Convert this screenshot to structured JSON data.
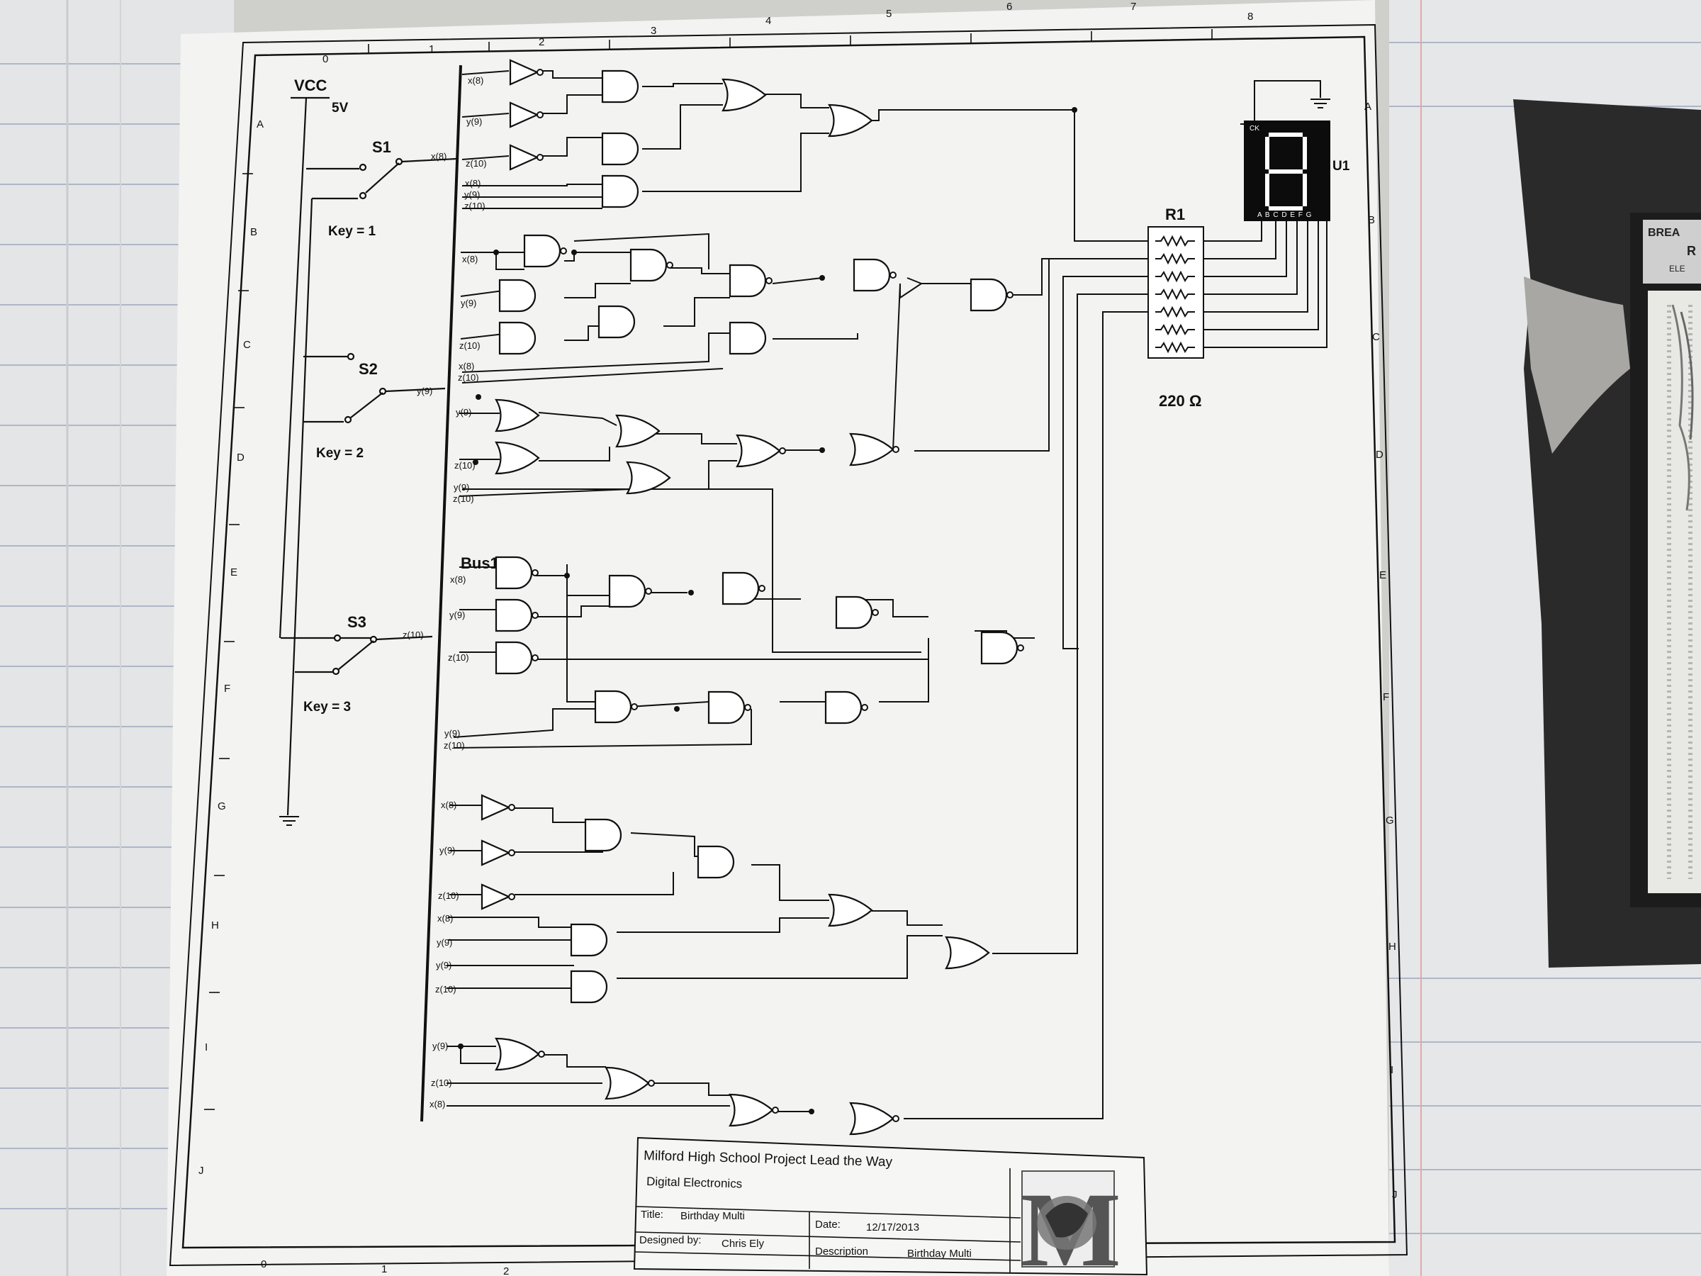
{
  "schematic": {
    "power": {
      "label": "VCC",
      "voltage": "5V"
    },
    "switches": [
      {
        "ref": "S1",
        "key": "Key = 1",
        "net": "x(8)"
      },
      {
        "ref": "S2",
        "key": "Key = 2",
        "net": "y(9)"
      },
      {
        "ref": "S3",
        "key": "Key = 3",
        "net": "z(10)"
      }
    ],
    "bus_label": "Bus1",
    "resistor": {
      "ref": "R1",
      "value": "220 Ω"
    },
    "display": {
      "ref": "U1",
      "ck": "CK",
      "pins": "A B C D E F G"
    },
    "signals": {
      "x": "x(8)",
      "y": "y(9)",
      "z": "z(10)"
    }
  },
  "border": {
    "columns": [
      "0",
      "1",
      "2",
      "3",
      "4",
      "5",
      "6",
      "7",
      "8"
    ],
    "rows": [
      "A",
      "B",
      "C",
      "D",
      "E",
      "F",
      "G",
      "H",
      "I",
      "J"
    ]
  },
  "title_block": {
    "school": "Milford High School Project Lead the Way",
    "course": "Digital Electronics",
    "title_label": "Title:",
    "title": "Birthday Multi",
    "date_label": "Date:",
    "date": "12/17/2013",
    "designed_label": "Designed by:",
    "designer": "Chris Ely",
    "description_label": "Description",
    "description": "Birthday Multi",
    "logo_letter": "M"
  },
  "photo": {
    "label_top": "BREA",
    "label_mid": "R",
    "label_small": "ELE"
  }
}
